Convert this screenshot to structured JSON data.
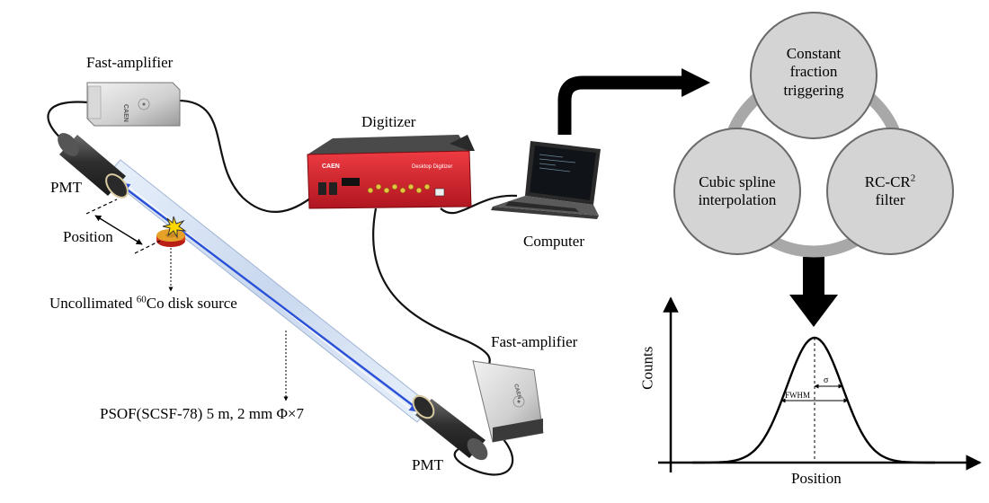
{
  "labels": {
    "fast_amplifier_top": "Fast-amplifier",
    "fast_amplifier_bottom": "Fast-amplifier",
    "digitizer": "Digitizer",
    "computer": "Computer",
    "pmt_top": "PMT",
    "pmt_bottom": "PMT",
    "position": "Position",
    "source_prefix": "Uncollimated ",
    "source_isotope_mass": "60",
    "source_suffix": "Co disk source",
    "fiber": "PSOF(SCSF-78) 5 m, 2 mm Φ×7"
  },
  "devices": {
    "amp_brand": "CAEN",
    "digitizer_brand": "CAEN",
    "digitizer_model": "Desktop Digitizer"
  },
  "processing": {
    "top_line1": "Constant",
    "top_line2": "fraction",
    "top_line3": "triggering",
    "left_line1": "Cubic spline",
    "left_line2": "interpolation",
    "right_line1": "RC-CR",
    "right_sup": "2",
    "right_line2": "filter"
  },
  "plot": {
    "xlabel": "Position",
    "ylabel": "Counts",
    "fwhm": "FWHM",
    "sigma": "σ"
  },
  "colors": {
    "digitizer_red": "#d8202a",
    "circle_fill": "#d4d4d4",
    "ring_gray": "#a8a8a8",
    "fiber_blue": "#2a50d8",
    "pmt_dark": "#3a3a3a"
  }
}
